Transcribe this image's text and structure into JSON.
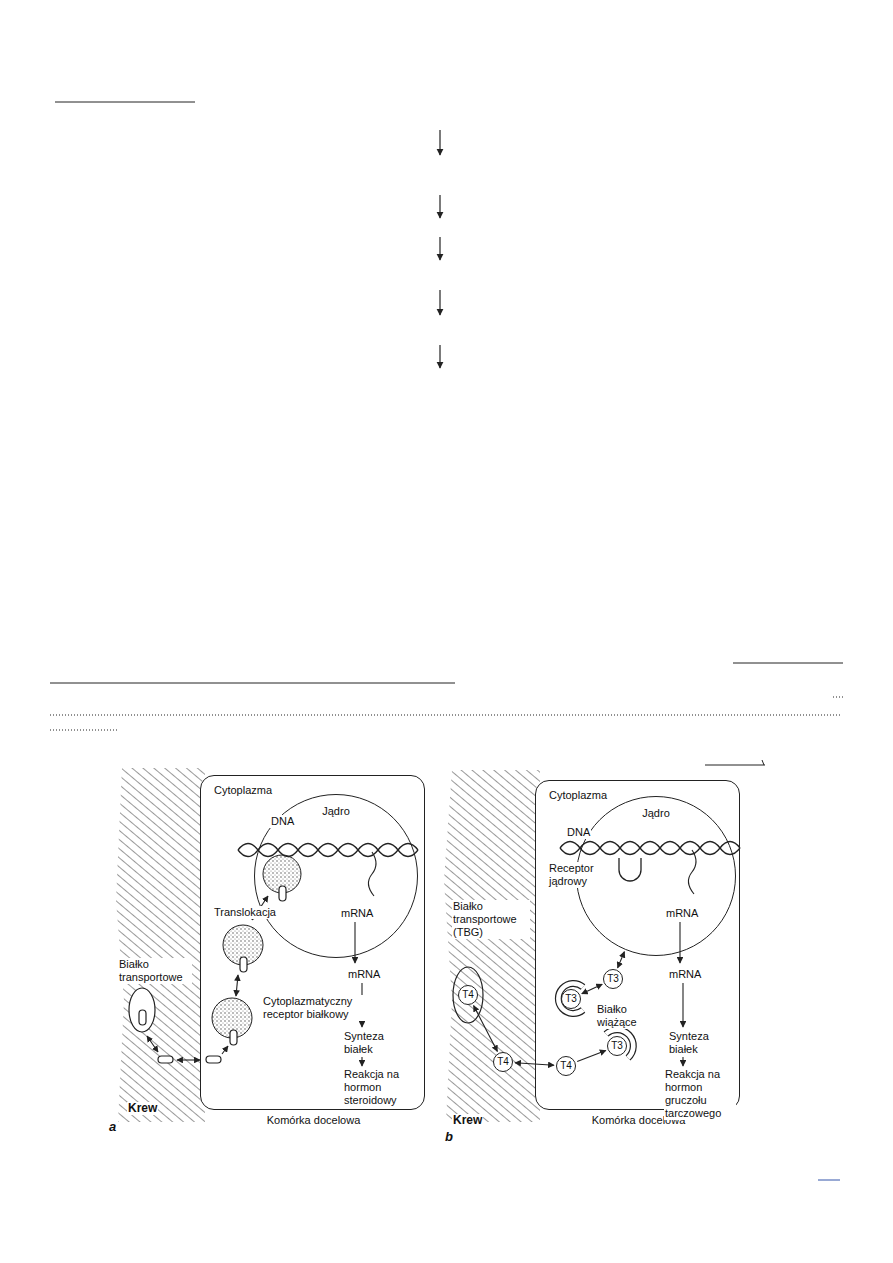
{
  "diagram": {
    "nodes": [
      {
        "text": [
          "Cytoplazma",
          "Komórka docelowa"
        ]
      },
      {
        "text": [
          "Jądro"
        ],
        "in": 0
      },
      {
        "text": [
          "Cytoplazma",
          "Komórka docelowa"
        ]
      },
      {
        "text": [
          "Jądro"
        ],
        "in": 2
      },
      {
        "text": [
          "T4"
        ]
      },
      {
        "text": [
          "T4"
        ]
      },
      {
        "text": [
          "T4"
        ],
        "in": 2
      },
      {
        "text": [
          "T3"
        ],
        "in": 2
      },
      {
        "text": [
          "T3"
        ],
        "in": 2
      },
      {
        "text": [
          "T3"
        ],
        "in": 2
      }
    ],
    "edges": [
      {
        "from": 4,
        "to": 5,
        "arrow": "both"
      },
      {
        "from": 5,
        "to": 6,
        "arrow": "both"
      },
      {
        "from": 6,
        "to": 9,
        "arrow": "to"
      },
      {
        "from": 8,
        "to": 7,
        "arrow": "both"
      },
      {
        "from": 7,
        "to": 3,
        "arrow": "both"
      }
    ],
    "labels": [
      "DNA",
      "Translokacja",
      "mRNA",
      "mRNA",
      "Białko transportowe",
      "Cytoplazmatyczny receptor białkowy",
      "Synteza białek",
      "Reakcja na hormon steroidowy",
      "Krew",
      "a",
      "DNA",
      "Receptor jądrowy",
      "mRNA",
      "mRNA",
      "Białko transportowe (TBG)",
      "Białko wiążące",
      "Synteza białek",
      "Reakcja na hormon gruczołu tarczowego",
      "Krew",
      "b"
    ]
  }
}
